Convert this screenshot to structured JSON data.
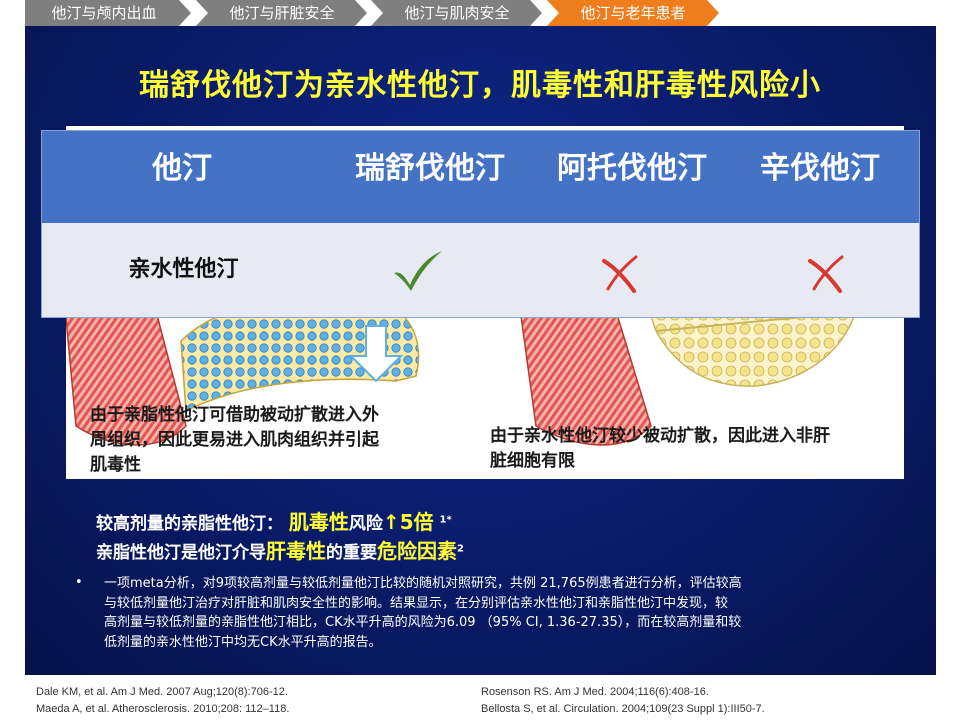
{
  "nav": {
    "tabs": [
      {
        "label": "他汀与颅内出血",
        "state": "inactive"
      },
      {
        "label": "他汀与肝脏安全",
        "state": "inactive"
      },
      {
        "label": "他汀与肌肉安全",
        "state": "inactive"
      },
      {
        "label": "他汀与老年患者",
        "state": "active"
      }
    ]
  },
  "slide": {
    "title": "瑞舒伐他汀为亲水性他汀，肌毒性和肝毒性风险小",
    "table": {
      "headers": [
        "他汀",
        "瑞舒伐他汀",
        "阿托伐他汀",
        "辛伐他汀"
      ],
      "row_label": "亲水性他汀",
      "marks": [
        "check-icon",
        "cross-icon",
        "cross-icon"
      ]
    },
    "captions": {
      "left": [
        "由于亲脂性他汀可借助被动扩散进入外",
        "周组织，因此更易进入肌肉组织并引起",
        "肌毒性"
      ],
      "right": [
        "由于亲水性他汀较少被动扩散，因此进入非肝",
        "脏细胞有限"
      ]
    },
    "key_points": {
      "line1_prefix": "较高剂量的亲脂性他汀：",
      "line1_highlight": "肌毒性",
      "line1_mid": "风险",
      "line1_arrow": "↑",
      "line1_value": "5倍",
      "line1_sup": "1*",
      "line2_prefix": "亲脂性他汀是他汀介导",
      "line2_highlight1": "肝毒性",
      "line2_mid": "的重要",
      "line2_highlight2": "危险因素",
      "line2_sup": "2"
    },
    "bullet_symbol": "•",
    "paragraph": [
      "一项meta分析，对9项较高剂量与较低剂量他汀比较的随机对照研究，共例 21,765例患者进行分析，评估较高",
      "与较低剂量他汀治疗对肝脏和肌肉安全性的影响。结果显示，在分别评估亲水性他汀和亲脂性他汀中发现，较",
      "高剂量与较低剂量的亲脂性他汀相比，CK水平升高的风险为6.09 （95% CI, 1.36-27.35），而在较高剂量和较",
      "低剂量的亲水性他汀中均无CK水平升高的报告。"
    ]
  },
  "references": {
    "left": [
      "Dale KM, et al. Am J Med. 2007 Aug;120(8):706-12.",
      "Maeda A, et al. Atherosclerosis. 2010;208: 112–118."
    ],
    "right": [
      "Rosenson RS. Am J Med. 2004;116(6):408-16.",
      "Bellosta S, et al. Circulation. 2004;109(23 Suppl 1):III50-7."
    ]
  },
  "colors": {
    "panel_navy": "#0a1d6e",
    "title_yellow": "#ffff33",
    "table_header_blue": "#4472c4",
    "nav_active_orange": "#ee7d1e",
    "nav_inactive_grey": "#7f7f7f",
    "check_green": "#4a8a2a",
    "cross_red": "#d9382e"
  }
}
